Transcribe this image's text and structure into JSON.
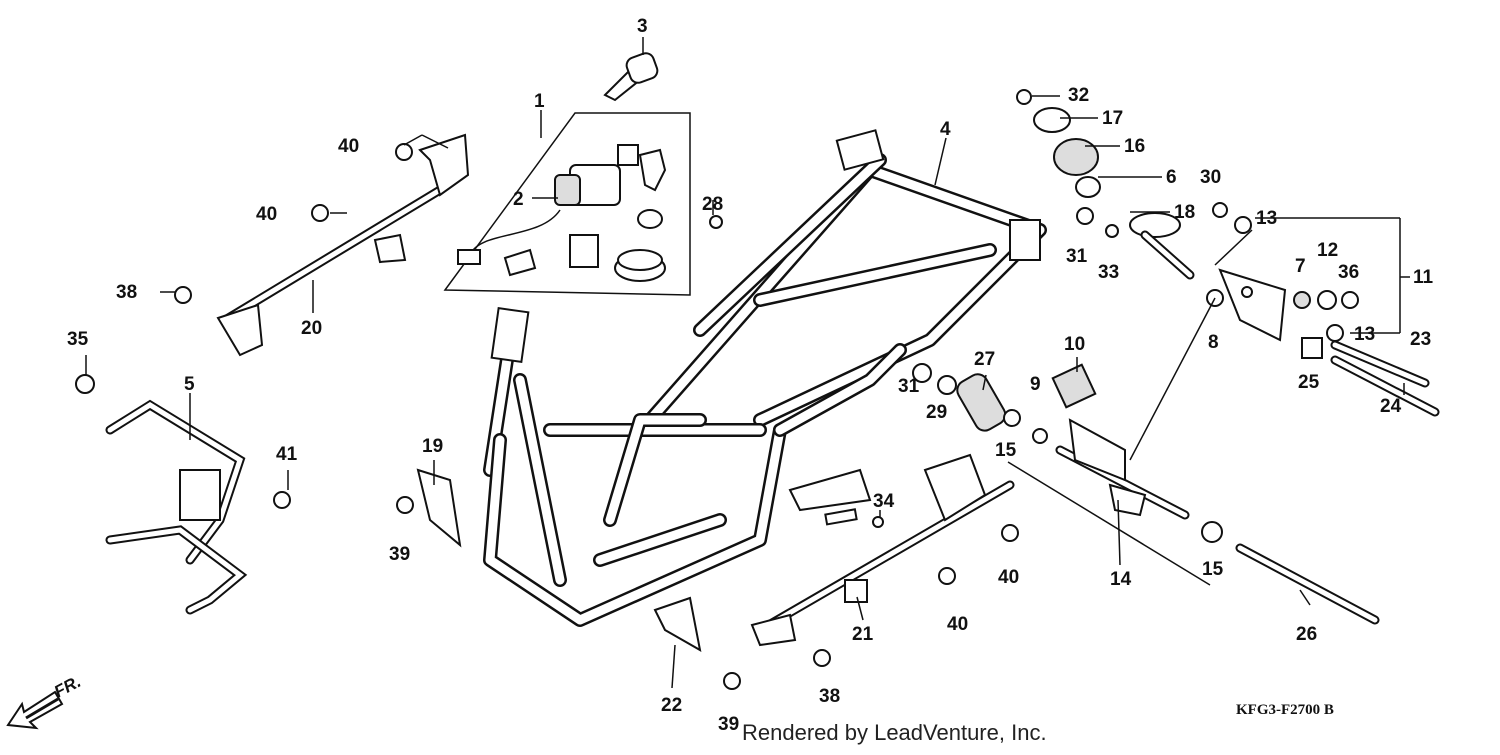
{
  "diagram": {
    "drawing_code": "KFG3-F2700 B",
    "credit": "Rendered by LeadVenture, Inc.",
    "direction_label": "FR.",
    "callouts": [
      {
        "id": "c1",
        "label": "1"
      },
      {
        "id": "c2",
        "label": "2"
      },
      {
        "id": "c3",
        "label": "3"
      },
      {
        "id": "c4",
        "label": "4"
      },
      {
        "id": "c5",
        "label": "5"
      },
      {
        "id": "c6",
        "label": "6"
      },
      {
        "id": "c7",
        "label": "7"
      },
      {
        "id": "c8",
        "label": "8"
      },
      {
        "id": "c9",
        "label": "9"
      },
      {
        "id": "c10",
        "label": "10"
      },
      {
        "id": "c11",
        "label": "11"
      },
      {
        "id": "c12",
        "label": "12"
      },
      {
        "id": "c13a",
        "label": "13"
      },
      {
        "id": "c13b",
        "label": "13"
      },
      {
        "id": "c14",
        "label": "14"
      },
      {
        "id": "c15a",
        "label": "15"
      },
      {
        "id": "c15b",
        "label": "15"
      },
      {
        "id": "c16",
        "label": "16"
      },
      {
        "id": "c17",
        "label": "17"
      },
      {
        "id": "c18",
        "label": "18"
      },
      {
        "id": "c19",
        "label": "19"
      },
      {
        "id": "c20",
        "label": "20"
      },
      {
        "id": "c21",
        "label": "21"
      },
      {
        "id": "c22",
        "label": "22"
      },
      {
        "id": "c23",
        "label": "23"
      },
      {
        "id": "c24",
        "label": "24"
      },
      {
        "id": "c25",
        "label": "25"
      },
      {
        "id": "c26",
        "label": "26"
      },
      {
        "id": "c27",
        "label": "27"
      },
      {
        "id": "c28",
        "label": "28"
      },
      {
        "id": "c29",
        "label": "29"
      },
      {
        "id": "c30",
        "label": "30"
      },
      {
        "id": "c31a",
        "label": "31"
      },
      {
        "id": "c31b",
        "label": "31"
      },
      {
        "id": "c32",
        "label": "32"
      },
      {
        "id": "c33",
        "label": "33"
      },
      {
        "id": "c34",
        "label": "34"
      },
      {
        "id": "c35",
        "label": "35"
      },
      {
        "id": "c36",
        "label": "36"
      },
      {
        "id": "c38a",
        "label": "38"
      },
      {
        "id": "c38b",
        "label": "38"
      },
      {
        "id": "c39a",
        "label": "39"
      },
      {
        "id": "c39b",
        "label": "39"
      },
      {
        "id": "c40a",
        "label": "40"
      },
      {
        "id": "c40b",
        "label": "40"
      },
      {
        "id": "c40c",
        "label": "40"
      },
      {
        "id": "c40d",
        "label": "40"
      },
      {
        "id": "c41",
        "label": "41"
      }
    ]
  }
}
